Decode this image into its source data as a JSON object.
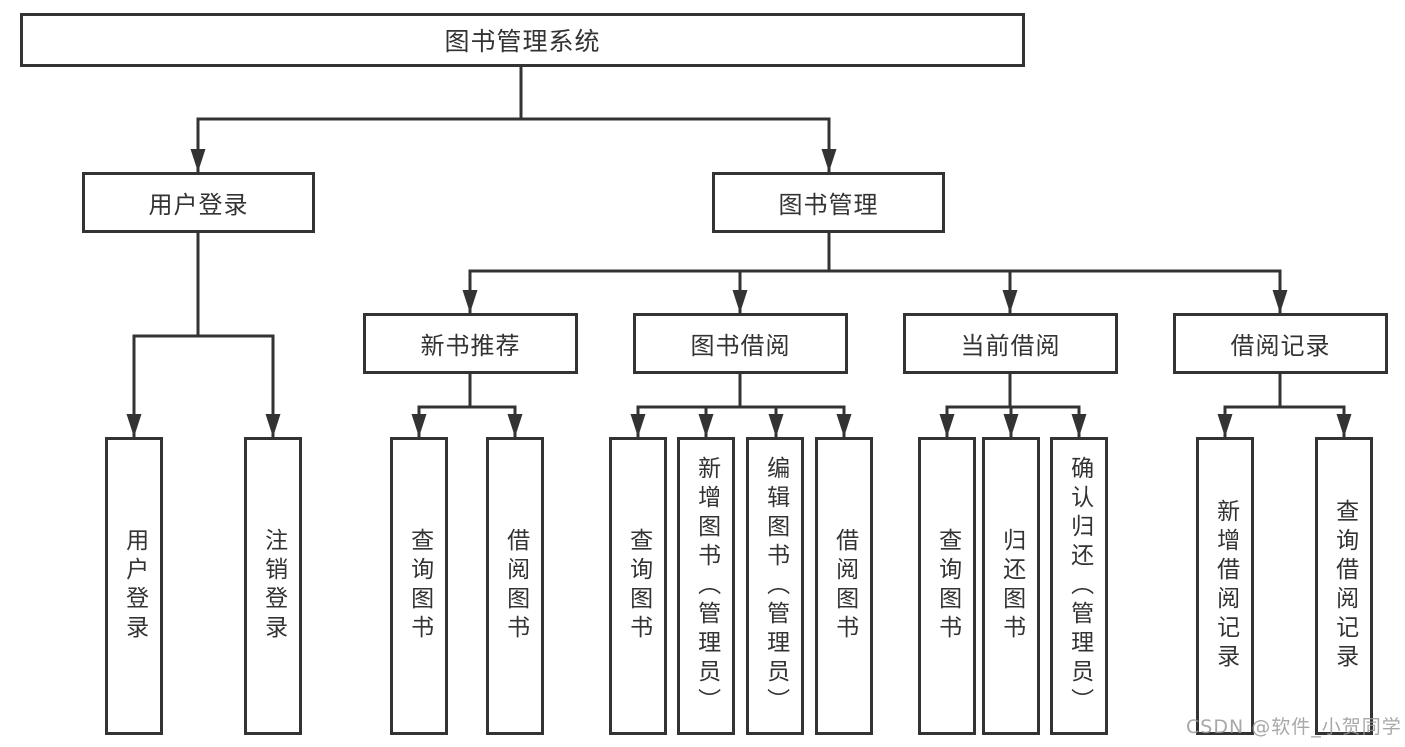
{
  "diagram": {
    "title": "图书管理系统",
    "tree": {
      "label": "图书管理系统",
      "children": [
        {
          "label": "用户登录",
          "children": [
            {
              "label": "用户登录"
            },
            {
              "label": "注销登录"
            }
          ]
        },
        {
          "label": "图书管理",
          "children": [
            {
              "label": "新书推荐",
              "children": [
                {
                  "label": "查询图书"
                },
                {
                  "label": "借阅图书"
                }
              ]
            },
            {
              "label": "图书借阅",
              "children": [
                {
                  "label": "查询图书"
                },
                {
                  "label": "新增图书（管理员）"
                },
                {
                  "label": "编辑图书（管理员）"
                },
                {
                  "label": "借阅图书"
                }
              ]
            },
            {
              "label": "当前借阅",
              "children": [
                {
                  "label": "查询图书"
                },
                {
                  "label": "归还图书"
                },
                {
                  "label": "确认归还（管理员）"
                }
              ]
            },
            {
              "label": "借阅记录",
              "children": [
                {
                  "label": "新增借阅记录"
                },
                {
                  "label": "查询借阅记录"
                }
              ]
            }
          ]
        }
      ]
    }
  },
  "watermark": {
    "text": "CSDN @软件_小贺同学"
  },
  "colors": {
    "line": "#333333",
    "box_border": "#333333",
    "box_fill": "#ffffff",
    "text": "#333333",
    "watermark": "#999999",
    "background": "#ffffff"
  }
}
